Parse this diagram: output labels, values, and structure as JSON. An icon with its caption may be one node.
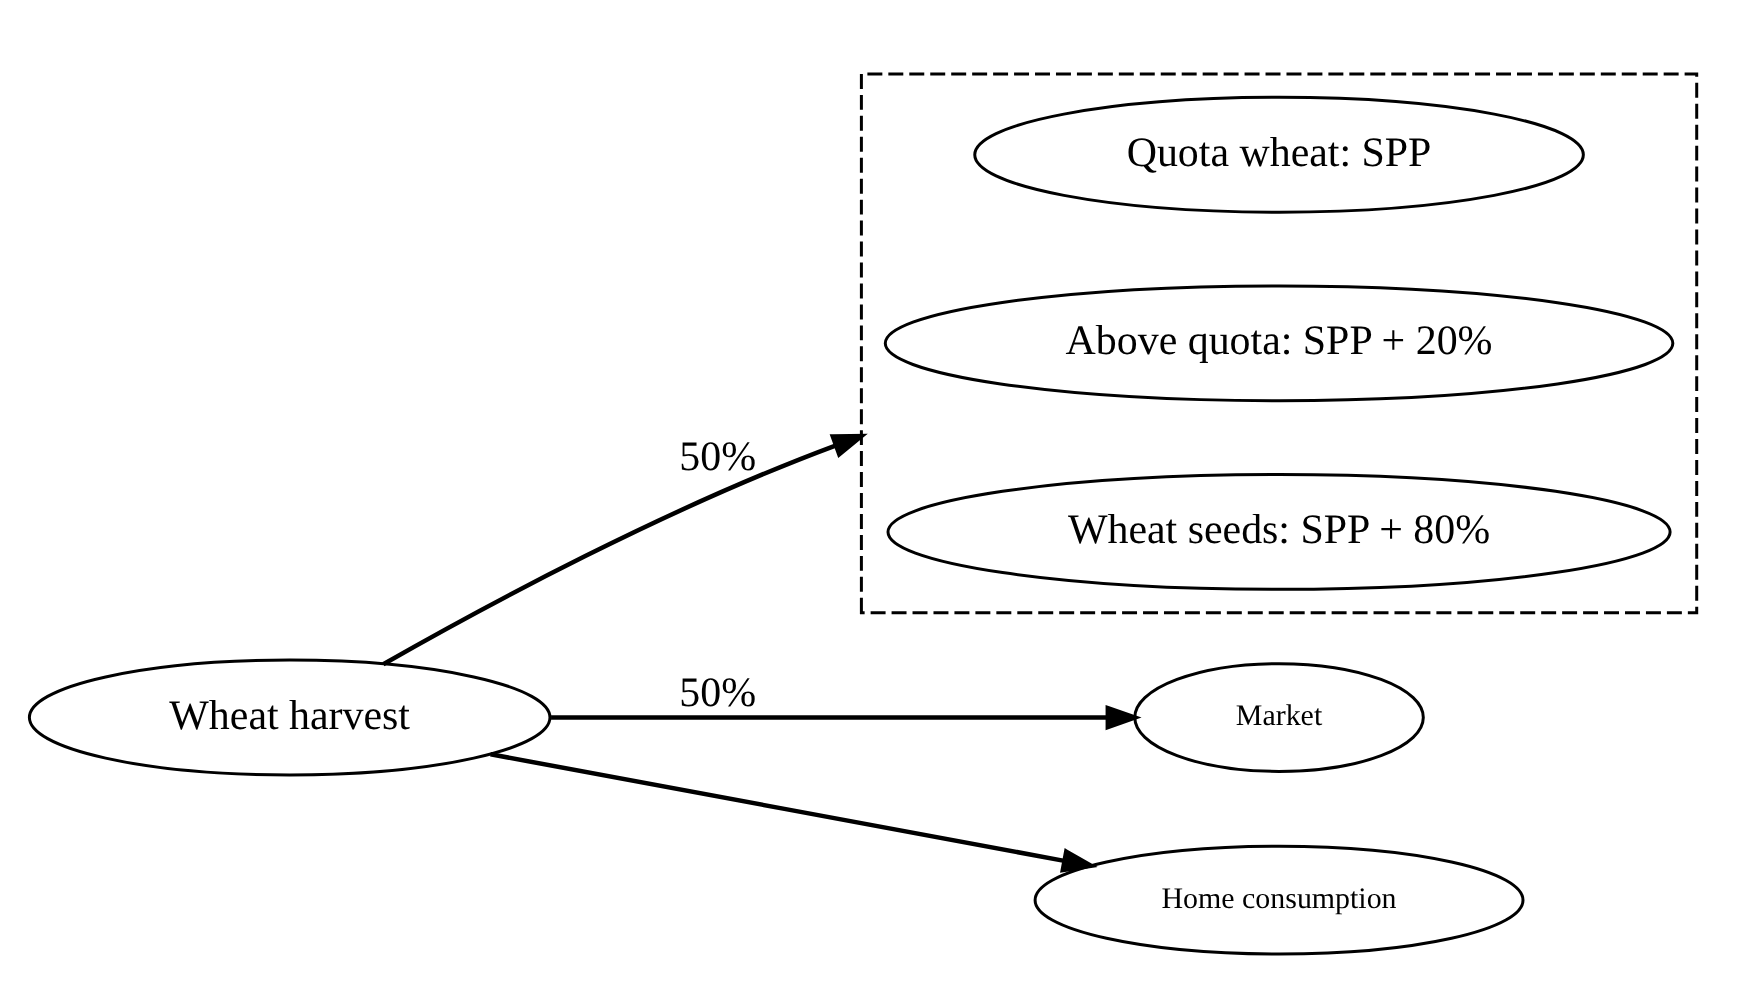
{
  "diagram": {
    "nodes": [
      {
        "text": [
          "Wheat harvest"
        ]
      },
      {
        "text": [],
        "shape": "box"
      },
      {
        "text": [
          "Quota wheat: SPP"
        ],
        "in": 1
      },
      {
        "text": [
          "Above quota: SPP + 20%"
        ],
        "in": 1
      },
      {
        "text": [
          "Wheat seeds: SPP + 80%"
        ],
        "in": 1
      },
      {
        "text": [
          "Market"
        ]
      },
      {
        "text": [
          "Home consumption"
        ]
      }
    ],
    "edges": [
      {
        "from": 0,
        "to": 1,
        "arrow": "to",
        "label": "50%"
      },
      {
        "from": 0,
        "to": 5,
        "arrow": "to",
        "label": "50%"
      },
      {
        "from": 0,
        "to": 6,
        "arrow": "to"
      }
    ]
  }
}
